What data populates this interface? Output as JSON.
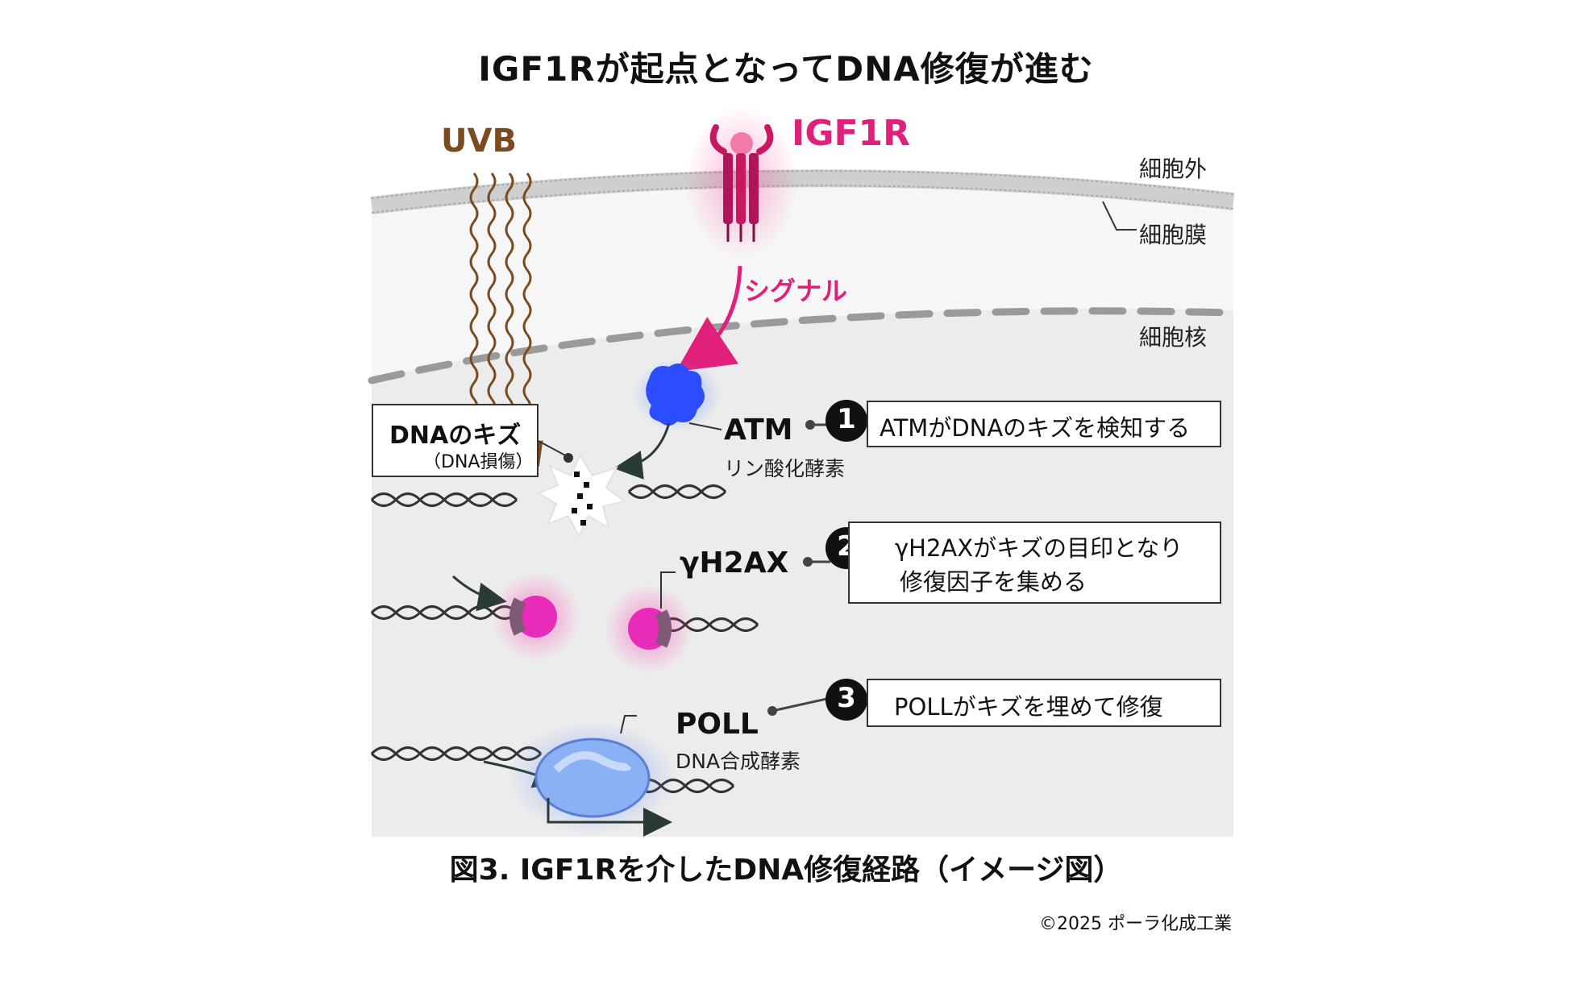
{
  "title": "IGF1Rが起点となってDNA修復が進む",
  "labels": {
    "uvb": "UVB",
    "igf1r": "IGF1R",
    "signal": "シグナル",
    "extracellular": "細胞外",
    "membrane": "細胞膜",
    "nucleus": "細胞核",
    "dna_damage": "DNAのキズ",
    "dna_damage_sub": "（DNA損傷）",
    "atm": "ATM",
    "atm_sub": "リン酸化酵素",
    "gh2ax": "γH2AX",
    "poll": "POLL",
    "poll_sub": "DNA合成酵素"
  },
  "steps": [
    {
      "num": "1",
      "text": "ATMがDNAのキズを検知する"
    },
    {
      "num": "2",
      "text_line1": "γH2AXがキズの目印となり",
      "text_line2": "修復因子を集める"
    },
    {
      "num": "3",
      "text": "POLLがキズを埋めて修復"
    }
  ],
  "caption": "図3. IGF1Rを介したDNA修復経路（イメージ図）",
  "copyright": "©2025 ポーラ化成工業",
  "colors": {
    "uvb": "#7a4b1e",
    "igf1r": "#e0207a",
    "atm": "#2b4cff",
    "gh2ax": "#e82bb8",
    "poll": "#7aa6f0",
    "nucleus_bg": "#efefef"
  }
}
